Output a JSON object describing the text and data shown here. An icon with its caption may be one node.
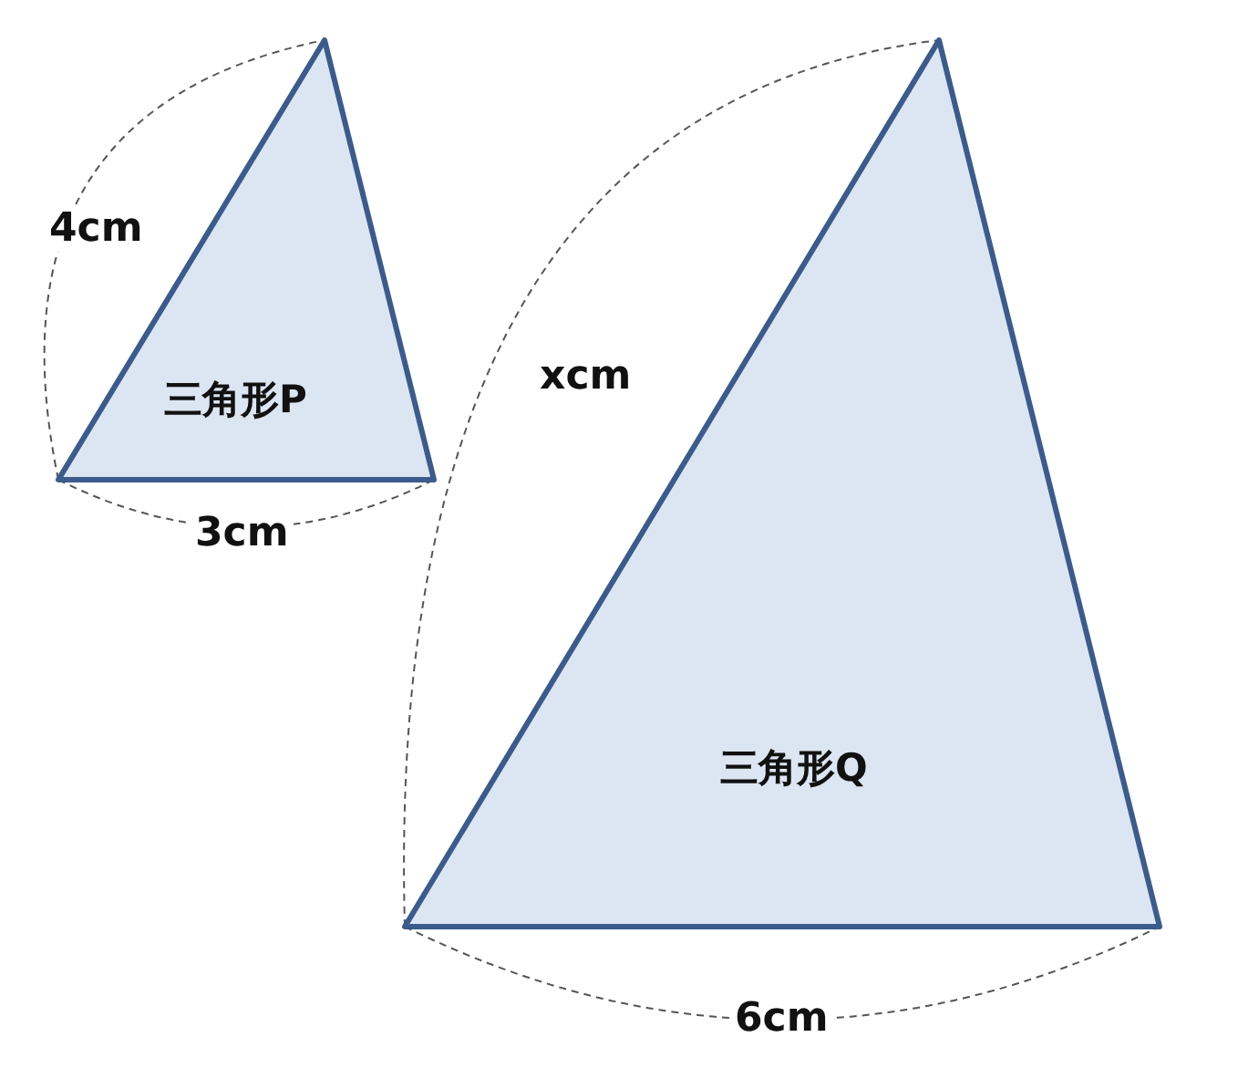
{
  "diagram": {
    "nodes": [
      {
        "text": [
          "三角形P"
        ]
      },
      {
        "text": [
          "三角形Q"
        ]
      }
    ],
    "labels": [
      "4cm",
      "3cm",
      "xcm",
      "6cm"
    ]
  }
}
